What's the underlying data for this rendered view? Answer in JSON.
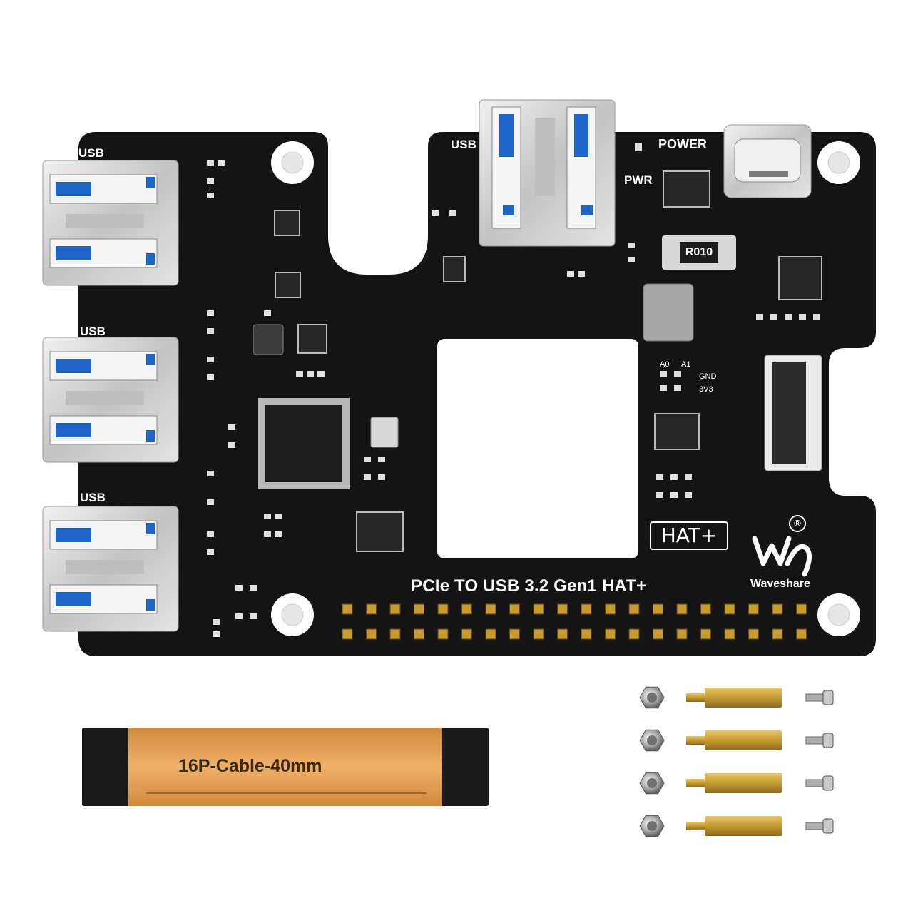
{
  "board": {
    "title": "PCIe TO USB 3.2 Gen1 HAT+",
    "usb_label": "USB",
    "power_label": "POWER",
    "pwr_label": "PWR",
    "resistor_marking": "R010",
    "hat_badge": "HAT+",
    "brand": "Waveshare",
    "registered_mark": "®",
    "pad_labels": [
      "A0",
      "A1",
      "GND",
      "3V3"
    ]
  },
  "accessories": {
    "cable_label": "16P-Cable-40mm",
    "screw_sets": 4
  },
  "colors": {
    "pcb": "#141414",
    "usb_blue": "#1e64c8",
    "brass": "#c9a13c",
    "cable": "#e0a055"
  }
}
